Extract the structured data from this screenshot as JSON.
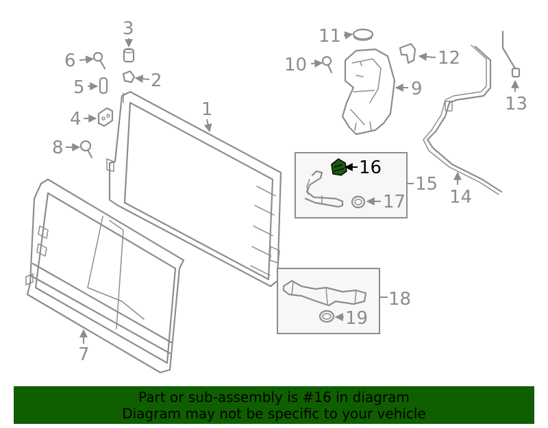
{
  "callouts": {
    "c1": "1",
    "c2": "2",
    "c3": "3",
    "c4": "4",
    "c5": "5",
    "c6": "6",
    "c7": "7",
    "c8": "8",
    "c9": "9",
    "c10": "10",
    "c11": "11",
    "c12": "12",
    "c13": "13",
    "c14": "14",
    "c15": "15",
    "c16": "16",
    "c17": "17",
    "c18": "18",
    "c19": "19"
  },
  "highlighted_part": "16",
  "colors": {
    "banner": "#0f5f00",
    "highlight": "#1c5a10",
    "line": "#8c8c8c"
  },
  "banner": {
    "line1": "Part or sub-assembly is #16 in diagram",
    "line2": "Diagram may not be specific to your vehicle"
  }
}
